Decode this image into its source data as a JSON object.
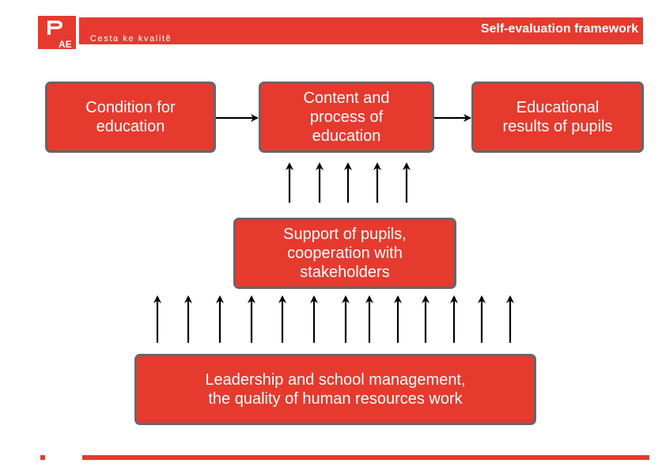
{
  "header": {
    "title": "Self-evaluation framework",
    "tagline": "Cesta ke kvalitě",
    "logo_text": "AE"
  },
  "boxes": {
    "condition": "Condition for\neducation",
    "content": "Content and\nprocess of\neducation",
    "results": "Educational\nresults of pupils",
    "support": "Support of pupils,\ncooperation with\nstakeholders",
    "leadership": "Leadership and school management,\nthe quality of human resources work"
  },
  "colors": {
    "accent": "#e63a2e",
    "box_border": "#666666",
    "arrow": "#000000"
  }
}
